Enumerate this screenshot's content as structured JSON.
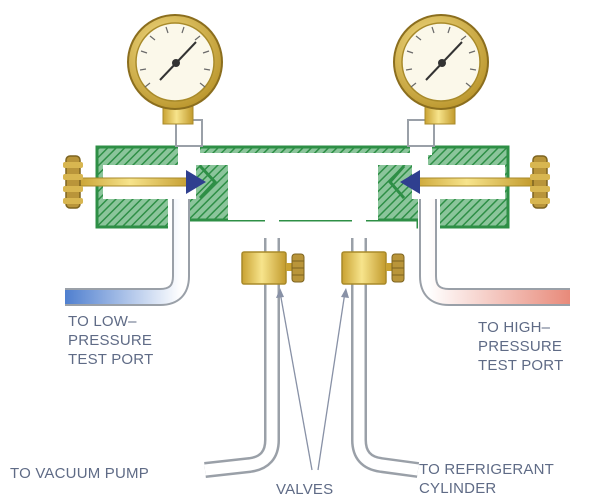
{
  "diagram": {
    "colors": {
      "manifold_body": "#2e8f46",
      "manifold_body_light": "#8bc59b",
      "passage": "#ffffff",
      "gauge_bezel": "#d4b13a",
      "gauge_face": "#fbf8ea",
      "brass": "#e8cc55",
      "knob": "#b9953a",
      "hose_outline": "#9aa0a8",
      "low_side_hose": "#4f7fcf",
      "high_side_hose": "#e88a7a",
      "label_text": "#5f6b86",
      "arrow": "#2f3f8f"
    },
    "icons": [
      "pressure-gauge-icon",
      "hand-valve-knob-icon",
      "shutoff-valve-icon",
      "arrow-icon"
    ]
  },
  "labels": {
    "low_side": [
      "TO LOW–",
      "PRESSURE",
      "TEST PORT"
    ],
    "high_side": [
      "TO HIGH–",
      "PRESSURE",
      "TEST PORT"
    ],
    "vacuum_pump": "TO VACUUM PUMP",
    "valves": "VALVES",
    "refrigerant": [
      "TO REFRIGERANT",
      "CYLINDER"
    ]
  }
}
